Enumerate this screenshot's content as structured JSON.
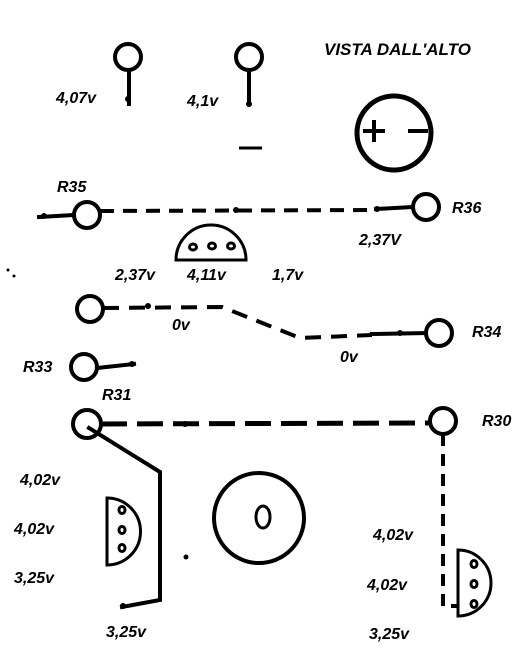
{
  "title": "VISTA DALL'ALTO",
  "resistors": {
    "r35": "R35",
    "r36": "R36",
    "r34": "R34",
    "r33": "R33",
    "r31": "R31",
    "r30": "R30"
  },
  "voltages": {
    "v_top_left": "4,07v",
    "v_top_mid": "4,1v",
    "v_r36": "2,37V",
    "v_mid_1": "2,37v",
    "v_mid_2": "4,11v",
    "v_mid_3": "1,7v",
    "v_0_a": "0v",
    "v_0_b": "0v",
    "v_left_1": "4,02v",
    "v_left_2": "4,02v",
    "v_left_3": "3,25v",
    "v_left_bottom": "3,25v",
    "v_right_1": "4,02v",
    "v_right_2": "4,02v",
    "v_right_3": "3,25v"
  },
  "capacitor_symbols": {
    "plus": "+",
    "minus": "−"
  }
}
